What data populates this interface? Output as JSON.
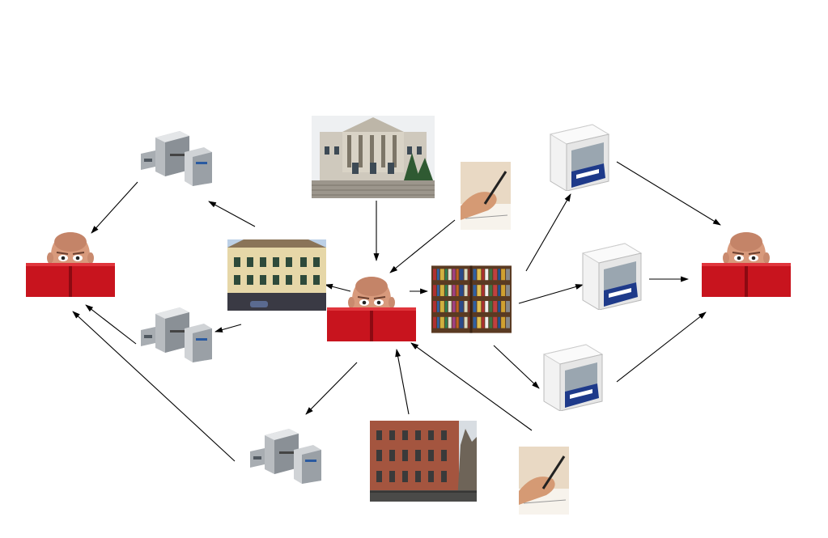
{
  "diagram": {
    "colors": {
      "book": "#c8141e",
      "arrow": "#000000",
      "building": "#c9b79a",
      "brick": "#a4553f"
    },
    "nodes": [
      {
        "id": "reader-left",
        "icon": "reader-with-book-icon"
      },
      {
        "id": "reader-center",
        "icon": "reader-with-book-icon"
      },
      {
        "id": "reader-right",
        "icon": "reader-with-book-icon"
      },
      {
        "id": "press-top-left",
        "icon": "industrial-printer-icon"
      },
      {
        "id": "press-mid-left",
        "icon": "industrial-printer-icon"
      },
      {
        "id": "press-bottom",
        "icon": "industrial-printer-icon"
      },
      {
        "id": "national-library",
        "icon": "library-building-photo"
      },
      {
        "id": "writer-top",
        "icon": "writing-hand-photo"
      },
      {
        "id": "writer-bottom",
        "icon": "writing-hand-photo"
      },
      {
        "id": "bookshop-building",
        "icon": "bookshop-building-photo"
      },
      {
        "id": "bookshelves",
        "icon": "bookshelves-photo"
      },
      {
        "id": "brick-building",
        "icon": "brick-building-photo"
      },
      {
        "id": "home-printer-1",
        "icon": "desktop-printer-icon"
      },
      {
        "id": "home-printer-2",
        "icon": "desktop-printer-icon"
      },
      {
        "id": "home-printer-3",
        "icon": "desktop-printer-icon"
      }
    ]
  }
}
